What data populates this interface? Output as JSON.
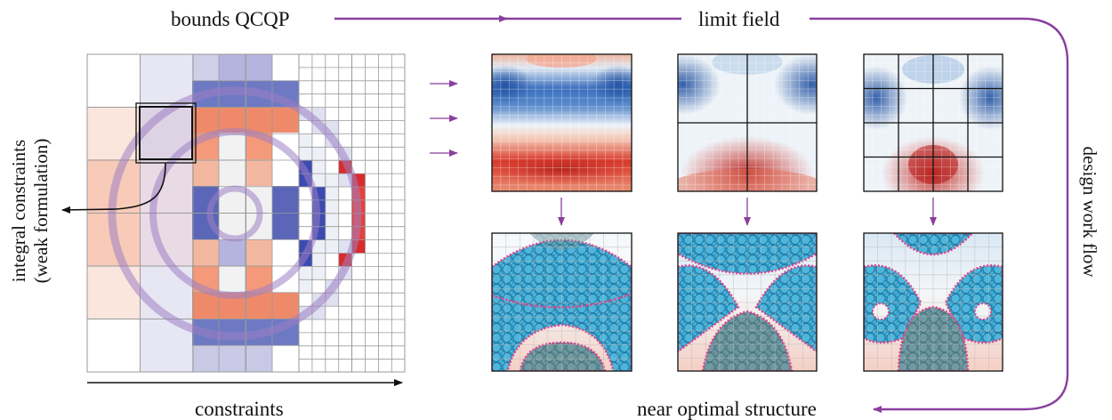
{
  "labels": {
    "top_left": "bounds QCQP",
    "top_right": "limit field",
    "bottom_left": "constraints",
    "bottom_right": "near optimal structure",
    "left_line1": "integral constraints",
    "left_line2": "(weak formulation)",
    "right": "design work flow"
  },
  "colors": {
    "arrow_purple": "#8a3f9e",
    "blue_strong": "#2f5db0",
    "red_strong": "#d8322a",
    "infill_cyan": "#39a9d4",
    "infill_edge": "#e0408a",
    "grid_line": "#9a9a9a",
    "ring": "#9d80c2"
  },
  "field_panels": [
    {
      "id": "field-1",
      "coarse_divisions": 1
    },
    {
      "id": "field-2",
      "coarse_divisions": 2
    },
    {
      "id": "field-3",
      "coarse_divisions": 4
    }
  ],
  "structure_panels": [
    {
      "id": "structure-1"
    },
    {
      "id": "structure-2"
    },
    {
      "id": "structure-3"
    }
  ]
}
